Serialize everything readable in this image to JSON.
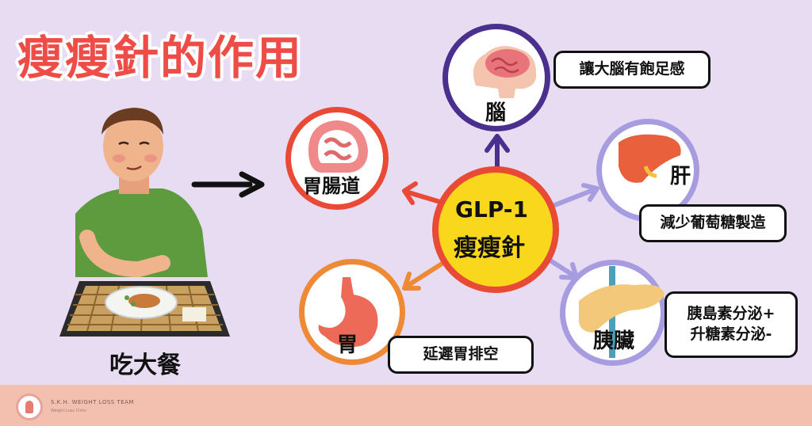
{
  "title": "瘦瘦針的作用",
  "center": {
    "line1": "GLP-1",
    "line2": "瘦瘦針"
  },
  "person_caption": "吃大餐",
  "organs": {
    "gut": "胃腸道",
    "brain": "腦",
    "liver": "肝",
    "stomach": "胃",
    "pancreas": "胰臟"
  },
  "effects": {
    "brain": "讓大腦有飽足感",
    "liver": "減少葡萄糖製造",
    "stomach": "延遲胃排空",
    "pancreas_line1": "胰島素分泌+",
    "pancreas_line2": "升糖素分泌-"
  },
  "footer": {
    "team": "S.K.H. WEIGHT LOSS TEAM",
    "sub": "Weight Loss Clinic"
  },
  "colors": {
    "title": "#ee4c46",
    "center_fill": "#f9d71c",
    "center_ring": "#e84a35",
    "gut_ring": "#e84a35",
    "brain_ring": "#4a2f8f",
    "liver_ring": "#a79ce0",
    "stomach_ring": "#ee8a35",
    "pancreas_ring": "#a79ce0",
    "background": "#e8dcf3"
  }
}
